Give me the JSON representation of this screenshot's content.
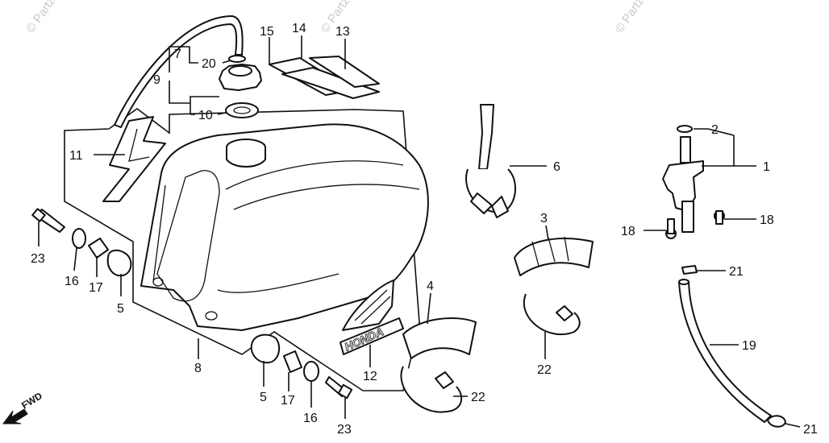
{
  "watermark": "© Partzilla",
  "direction_label": "FWD",
  "brand_text": "HONDA",
  "callouts": {
    "c1": "1",
    "c2": "2",
    "c3": "3",
    "c4": "4",
    "c5a": "5",
    "c5b": "5",
    "c6": "6",
    "c7": "7",
    "c8": "8",
    "c9": "9",
    "c10": "10",
    "c11": "11",
    "c12": "12",
    "c13": "13",
    "c14": "14",
    "c15": "15",
    "c16a": "16",
    "c16b": "16",
    "c17a": "17",
    "c17b": "17",
    "c18a": "18",
    "c18b": "18",
    "c19": "19",
    "c20": "20",
    "c21a": "21",
    "c21b": "21",
    "c22a": "22",
    "c22b": "22",
    "c23a": "23",
    "c23b": "23"
  }
}
